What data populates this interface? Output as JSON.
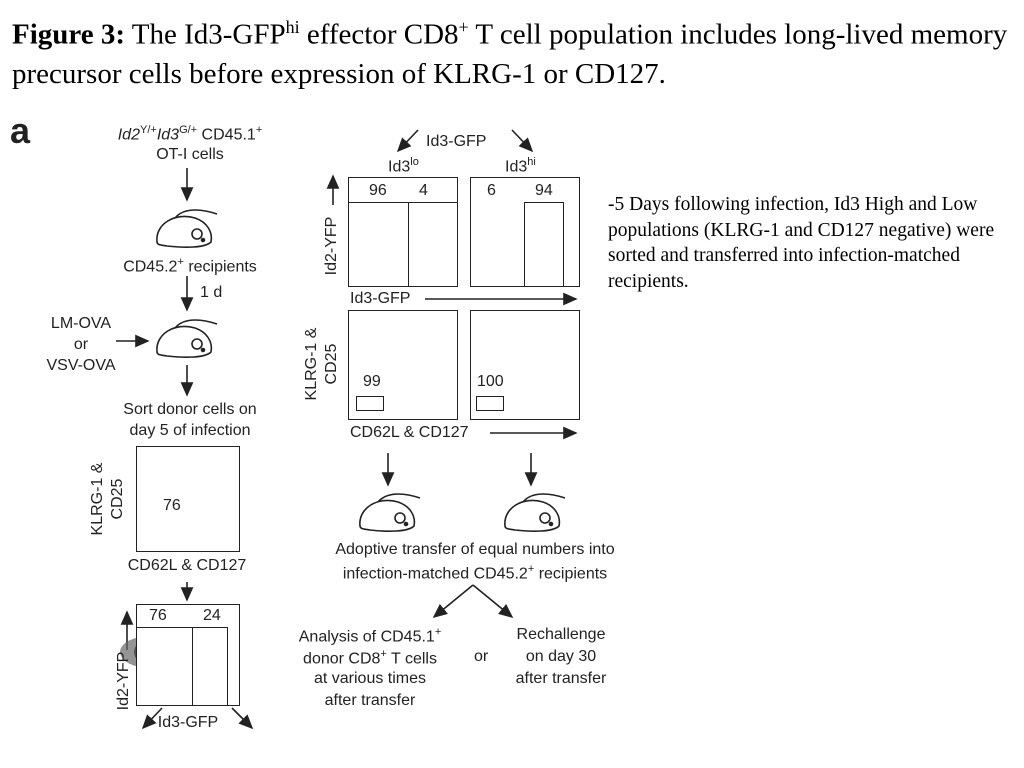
{
  "caption": {
    "fig_label": "Figure 3:",
    "line_a": " The Id3-GFP",
    "sup_hi": "hi",
    "line_b": " effector CD8",
    "sup_plus": "+",
    "line_c": " T cell population includes long-lived memory precursor cells before expression of KLRG-1 or CD127."
  },
  "note": "-5 Days following infection, Id3 High and Low populations (KLRG-1 and CD127 negative) were sorted and transferred into infection-matched recipients.",
  "panel_letter": "a",
  "left": {
    "genotype_a": "Id2",
    "genotype_a_sup": "Y/+",
    "genotype_b": "Id3",
    "genotype_b_sup": "G/+",
    "genotype_c": " CD45.1",
    "genotype_c_sup": "+",
    "cells": "OT-I cells",
    "recipients_a": "CD45.2",
    "recipients_sup": "+",
    "recipients_b": " recipients",
    "interval": "1 d",
    "inf1": "LM-OVA",
    "inf_or": "or",
    "inf2": "VSV-OVA",
    "sort_line1": "Sort donor cells on",
    "sort_line2": "day 5 of infection",
    "plot1": {
      "ylabel1": "KLRG-1 &",
      "ylabel2": "CD25",
      "value": "76",
      "xlabel": "CD62L & CD127"
    },
    "plot2": {
      "ylabel": "Id2-YFP",
      "value_left": "76",
      "value_right": "24",
      "xlabel": "Id3-GFP"
    }
  },
  "right": {
    "split_label": "Id3-GFP",
    "lo_label": "Id3",
    "lo_sup": "lo",
    "hi_label": "Id3",
    "hi_sup": "hi",
    "row1_ylabel": "Id2-YFP",
    "row1_xlabel": "Id3-GFP",
    "lo_plot": {
      "left": "96",
      "right": "4"
    },
    "hi_plot": {
      "left": "6",
      "right": "94"
    },
    "row2_ylabel1": "KLRG-1 &",
    "row2_ylabel2": "CD25",
    "row2_xlabel": "CD62L & CD127",
    "lo_gate": "99",
    "hi_gate": "100",
    "transfer_line1": "Adoptive transfer of equal numbers into",
    "transfer_line2a": "infection-matched CD45.2",
    "transfer_sup": "+",
    "transfer_line2b": " recipients",
    "analysis_line1a": "Analysis of CD45.1",
    "analysis_sup1": "+",
    "analysis_line2a": "donor CD8",
    "analysis_sup2": "+",
    "analysis_line2b": " T cells",
    "analysis_line3": "at various times",
    "analysis_line4": "after transfer",
    "or": "or",
    "rechallenge_line1": "Rechallenge",
    "rechallenge_line2": "on day 30",
    "rechallenge_line3": "after transfer"
  }
}
